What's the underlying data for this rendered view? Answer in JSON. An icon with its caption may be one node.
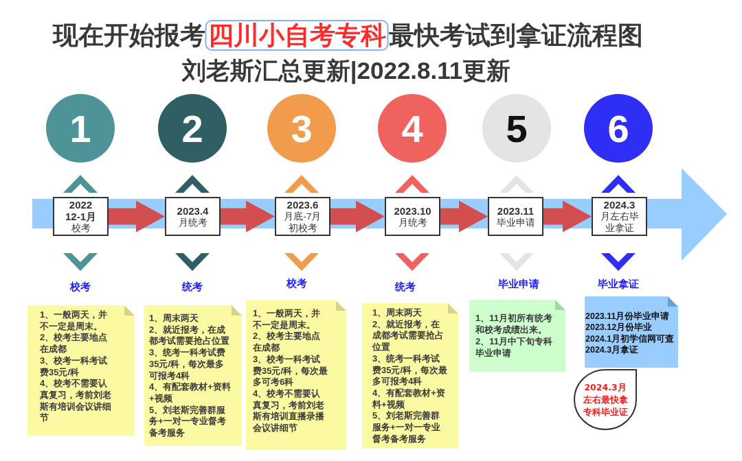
{
  "diagram": {
    "title": "现在开始报考**四川小自考专科**最快考试到拿证流程图",
    "nodes": [
      {
        "text": [
          "1"
        ]
      },
      {
        "text": [
          "2"
        ]
      },
      {
        "text": [
          "3"
        ]
      },
      {
        "text": [
          "4"
        ]
      },
      {
        "text": [
          "5"
        ]
      },
      {
        "text": [
          "6"
        ]
      },
      {
        "text": [
          "2022 12-1月",
          "校考"
        ]
      },
      {
        "text": [
          "2023.4",
          "月统考"
        ]
      },
      {
        "text": [
          "2023.6",
          "月底-7月初校考"
        ]
      },
      {
        "text": [
          "2023.10",
          "月统考"
        ]
      },
      {
        "text": [
          "2023.11",
          "毕业申请"
        ]
      },
      {
        "text": [
          "2024.3",
          "月左右毕业拿证"
        ]
      },
      {
        "text": [
          "1、一般两天，并不一定是周末。",
          "2、校考主要地点在成都",
          "3、校考一科考试费35元/科",
          "4、校考不需要认真复习，考前刘老斯有培训会议讲细节"
        ],
        "beside": [
          "校考"
        ]
      },
      {
        "text": [
          "1、周末两天",
          "2、就近报考，在成都考试需要抢占位置",
          "3、统考一科考试费35元/科，每次最多可报考4科",
          "4、有配套教材+资料+视频",
          "5、刘老斯完善群服务+一对一专业督考备考服务"
        ],
        "beside": [
          "统考"
        ]
      },
      {
        "text": [
          "1、一般两天，并不一定是周末。",
          "2、校考主要地点在成都",
          "3、校考一科考试费35元/科，每次最多可考6科",
          "4、校考不需要认真复习，考前刘老斯有培训直播录播会议讲细节"
        ],
        "beside": [
          "校考"
        ]
      },
      {
        "text": [
          "1、周末两天",
          "2、就近报考，在成都考试需要抢占位置",
          "3、统考一科考试费35元/科，每次最多可报考4科",
          "4、有配套教材+资料+视频",
          "5、刘老斯完善群服务+一对一专业督考备考服务"
        ],
        "beside": [
          "统考"
        ]
      },
      {
        "text": [
          "1、11月初所有统考和校考成绩出来。",
          "2、11月中下旬专科毕业申请"
        ],
        "beside": [
          "毕业申请"
        ]
      },
      {
        "text": [
          "2023.11月份毕业申请",
          "2023.12月份毕业",
          "2024.1月初学信网可查",
          "2024.3月拿证"
        ],
        "beside": [
          "毕业拿证"
        ]
      },
      {
        "text": [
          "2024.3月左右最快拿专科毕业证"
        ]
      }
    ],
    "edges": [
      {
        "from": 6,
        "to": 7,
        "arrow": "to"
      },
      {
        "from": 7,
        "to": 8,
        "arrow": "to"
      },
      {
        "from": 8,
        "to": 9,
        "arrow": "to"
      },
      {
        "from": 9,
        "to": 10,
        "arrow": "to"
      },
      {
        "from": 10,
        "to": 11,
        "arrow": "to"
      }
    ],
    "labels": [
      "刘老斯汇总更新|2022.8.11更新"
    ]
  }
}
